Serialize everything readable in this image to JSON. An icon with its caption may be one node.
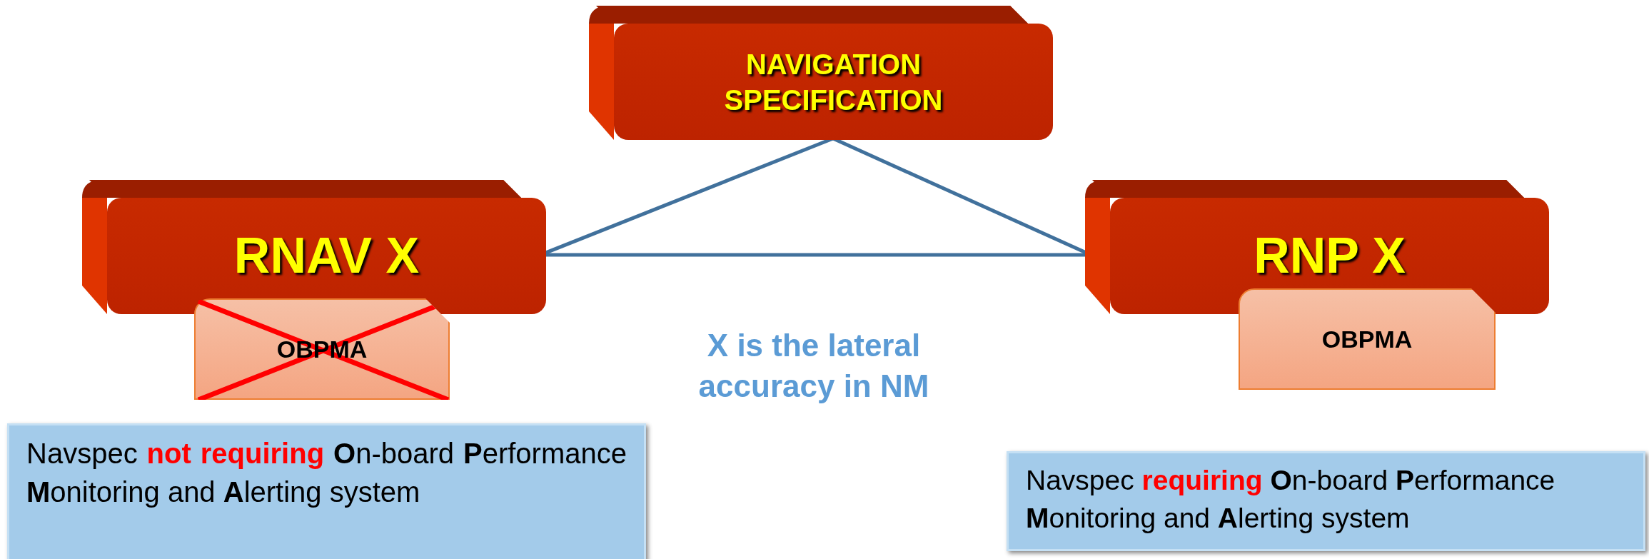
{
  "diagram": {
    "nodes": [
      {
        "text": [
          "NAVIGATION SPECIFICATION"
        ]
      },
      {
        "text": [
          "RNAV X"
        ]
      },
      {
        "text": [
          "OBPMA"
        ]
      },
      {
        "text": [
          "RNP X"
        ]
      },
      {
        "text": [
          "OBPMA"
        ]
      },
      {
        "text": [
          "Navspec *not requiring* **O**n-board **P**erformance **M**onitoring and **A**lerting system"
        ]
      },
      {
        "text": [
          "Navspec *requiring* **O**n-board **P**erformance **M**onitoring and **A**lerting system"
        ]
      }
    ],
    "edges": [
      {
        "from": 0,
        "to": 1,
        "arrow": "none"
      },
      {
        "from": 0,
        "to": 3,
        "arrow": "none"
      },
      {
        "from": 1,
        "to": 3,
        "arrow": "none"
      }
    ],
    "labels": [
      "X is the lateral accuracy in NM"
    ]
  }
}
